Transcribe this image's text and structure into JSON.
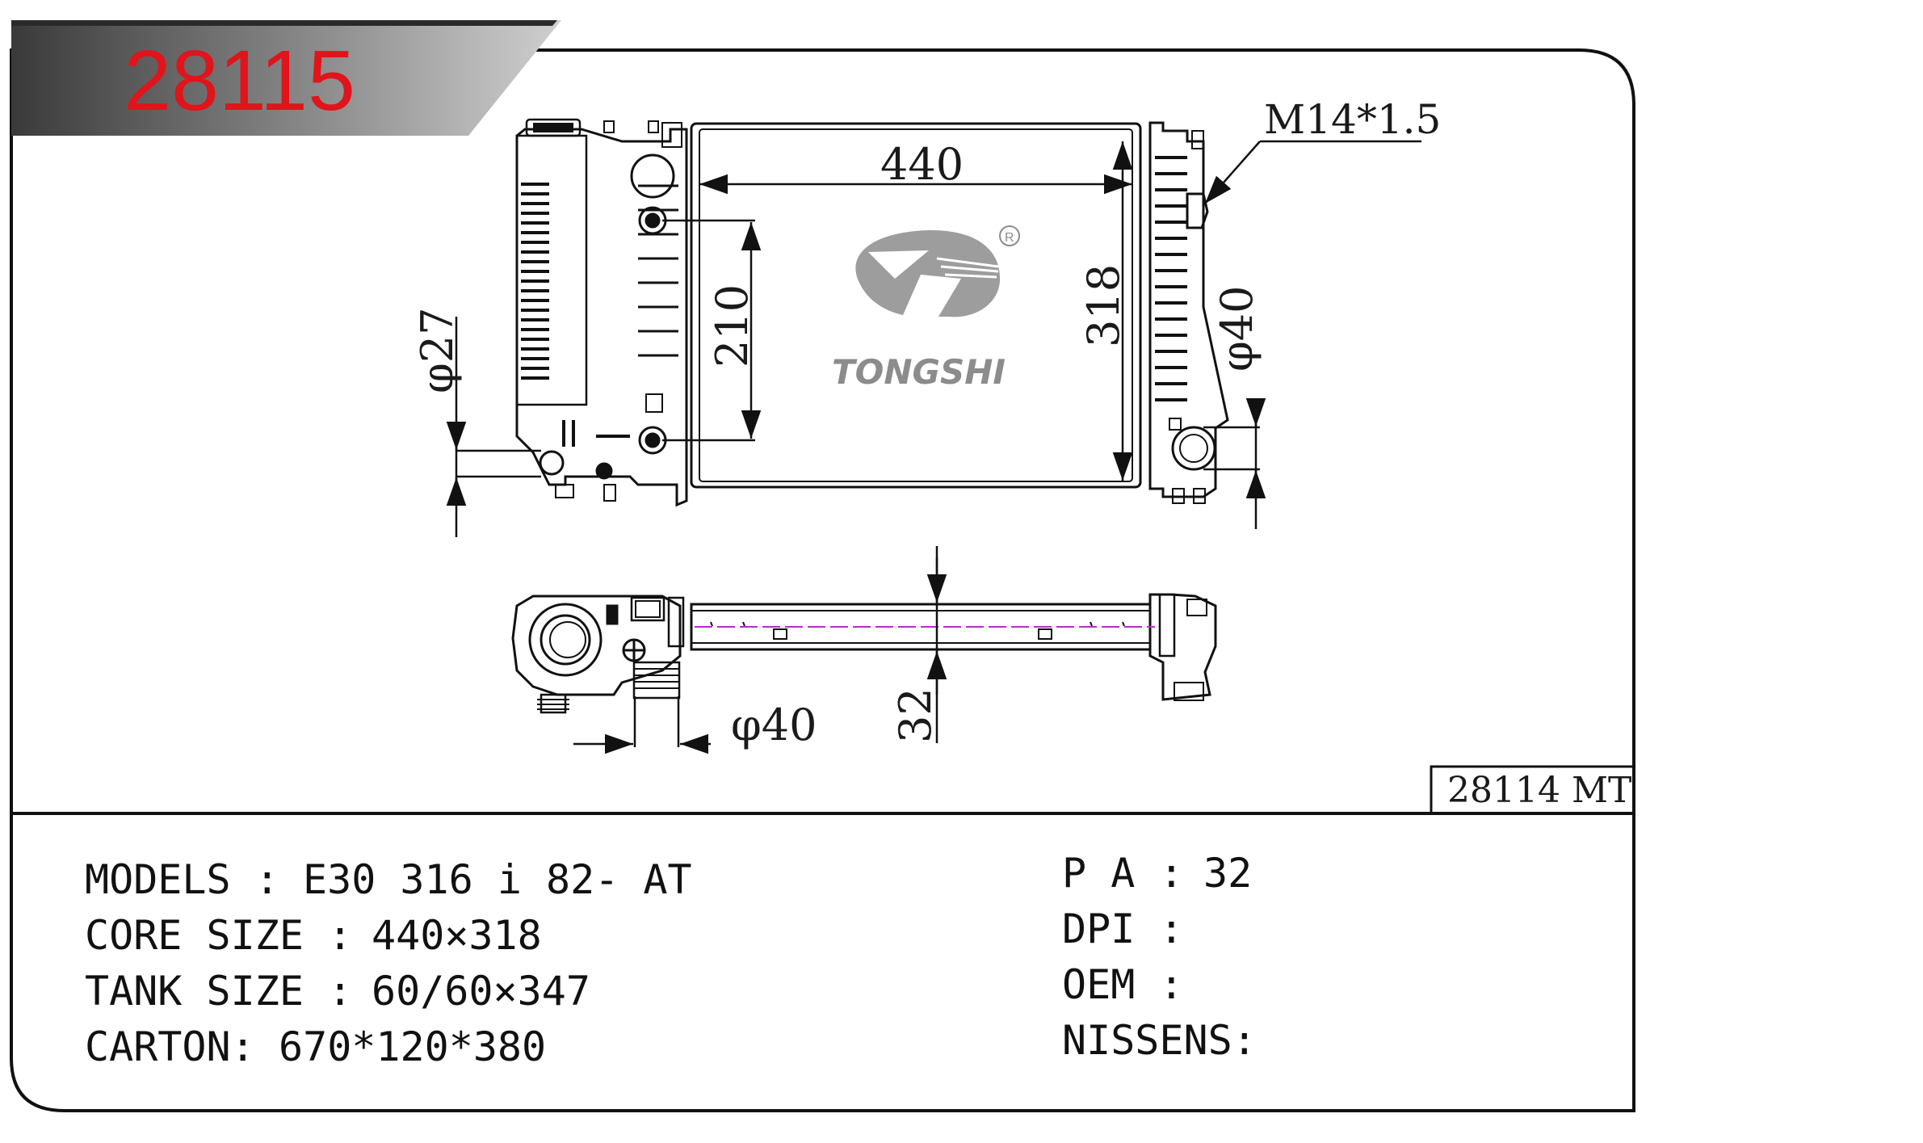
{
  "header": {
    "part_number": "28115"
  },
  "dimensions": {
    "core_width": "440",
    "core_height": "318",
    "pipe_spacing": "210",
    "inlet_diameter_left": "φ27",
    "outlet_diameter_right": "φ40",
    "thread_spec": "M14*1.5",
    "bottom_pipe_diameter": "φ40",
    "core_thickness": "32"
  },
  "brand": {
    "logo_text": "TONGSHI",
    "registered_mark": "R"
  },
  "reference": {
    "alt_part": "28114 MT"
  },
  "specs": {
    "models_label": "MODELS :",
    "models_value": "E30 316 i 82- AT",
    "core_size_label": "CORE SIZE :",
    "core_size_value": "440×318",
    "tank_size_label": "TANK SIZE :",
    "tank_size_value": "60/60×347",
    "carton_label": "CARTON:",
    "carton_value": "670*120*380",
    "pa_label": "P A :",
    "pa_value": "32",
    "dpi_label": "DPI :",
    "dpi_value": "",
    "oem_label": "OEM :",
    "oem_value": "",
    "nissens_label": "NISSENS:",
    "nissens_value": ""
  },
  "colors": {
    "accent_red": "#e0141b",
    "banner_gray": "#6b6b6b",
    "ink": "#111111",
    "logo_gray": "#8c8c8c",
    "centerline_magenta": "#c026d3"
  }
}
